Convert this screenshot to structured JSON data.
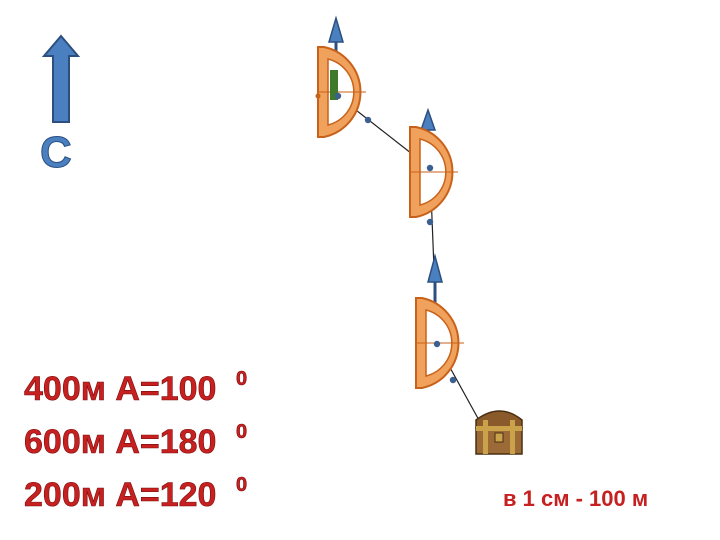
{
  "north_label": "С",
  "legs": [
    {
      "text": "400м А=100",
      "degree": "0"
    },
    {
      "text": "600м А=180",
      "degree": "0"
    },
    {
      "text": "200м А=120",
      "degree": "0"
    }
  ],
  "scale_text": "в 1 см - 100 м",
  "icons": [
    "north-arrow-icon",
    "protractor-icon",
    "treasure-chest-icon"
  ],
  "colors": {
    "arrow_blue": "#4a7fc0",
    "protractor": "#f0a15c",
    "protractor_edge": "#c8621a",
    "text_red": "#c62020",
    "route_line": "#222222"
  }
}
